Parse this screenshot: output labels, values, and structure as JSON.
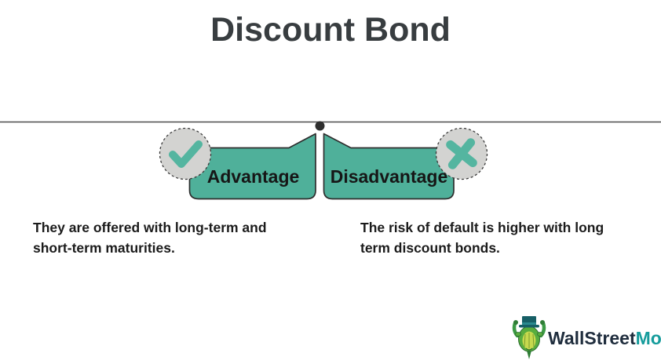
{
  "title": "Discount Bond",
  "colors": {
    "ribbon_fill": "#4FB09A",
    "ribbon_border": "#2e2e2e",
    "circle_fill": "#d3d3d1",
    "circle_border": "#3a3a3a",
    "mark": "#54B5A0",
    "divider_line": "#4d4d4d",
    "dot": "#2e2e2e",
    "title_text": "#383d40",
    "body_text": "#1b1b1b",
    "logo_part1": "#1f2d3d",
    "logo_part2": "#169c9c"
  },
  "advantage": {
    "label": "Advantage",
    "icon": "check-icon",
    "description": "They are offered with long-term and short-term maturities."
  },
  "disadvantage": {
    "label": "Disadvantage",
    "icon": "cross-icon",
    "description": "The risk of default is higher with long term discount bonds."
  },
  "logo": {
    "part1": "WallStreet",
    "part2": "Mojo",
    "mascot": "bull-mascot-icon"
  }
}
